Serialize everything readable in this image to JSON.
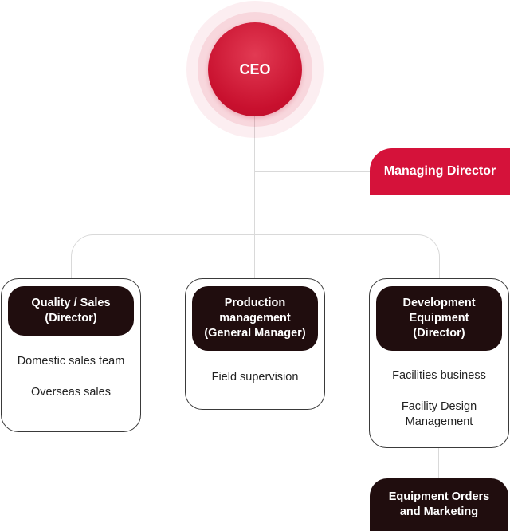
{
  "ceo": {
    "label": "CEO"
  },
  "managing_director": {
    "label": "Managing Director"
  },
  "departments": [
    {
      "head_lines": [
        "Quality / Sales",
        "(Director)"
      ],
      "items": [
        "Domestic sales team",
        "Overseas sales"
      ]
    },
    {
      "head_lines": [
        "Production",
        "management",
        "(General Manager)"
      ],
      "items": [
        "Field supervision"
      ]
    },
    {
      "head_lines": [
        "Development",
        "Equipment",
        "(Director)"
      ],
      "items": [
        "Facilities business",
        "Facility Design",
        "Management"
      ]
    }
  ],
  "sub_unit": {
    "lines": [
      "Equipment Orders",
      "and Marketing"
    ]
  },
  "colors": {
    "accent": "#d5123a",
    "dark": "#200d0e",
    "connector": "#d9d9d9"
  }
}
